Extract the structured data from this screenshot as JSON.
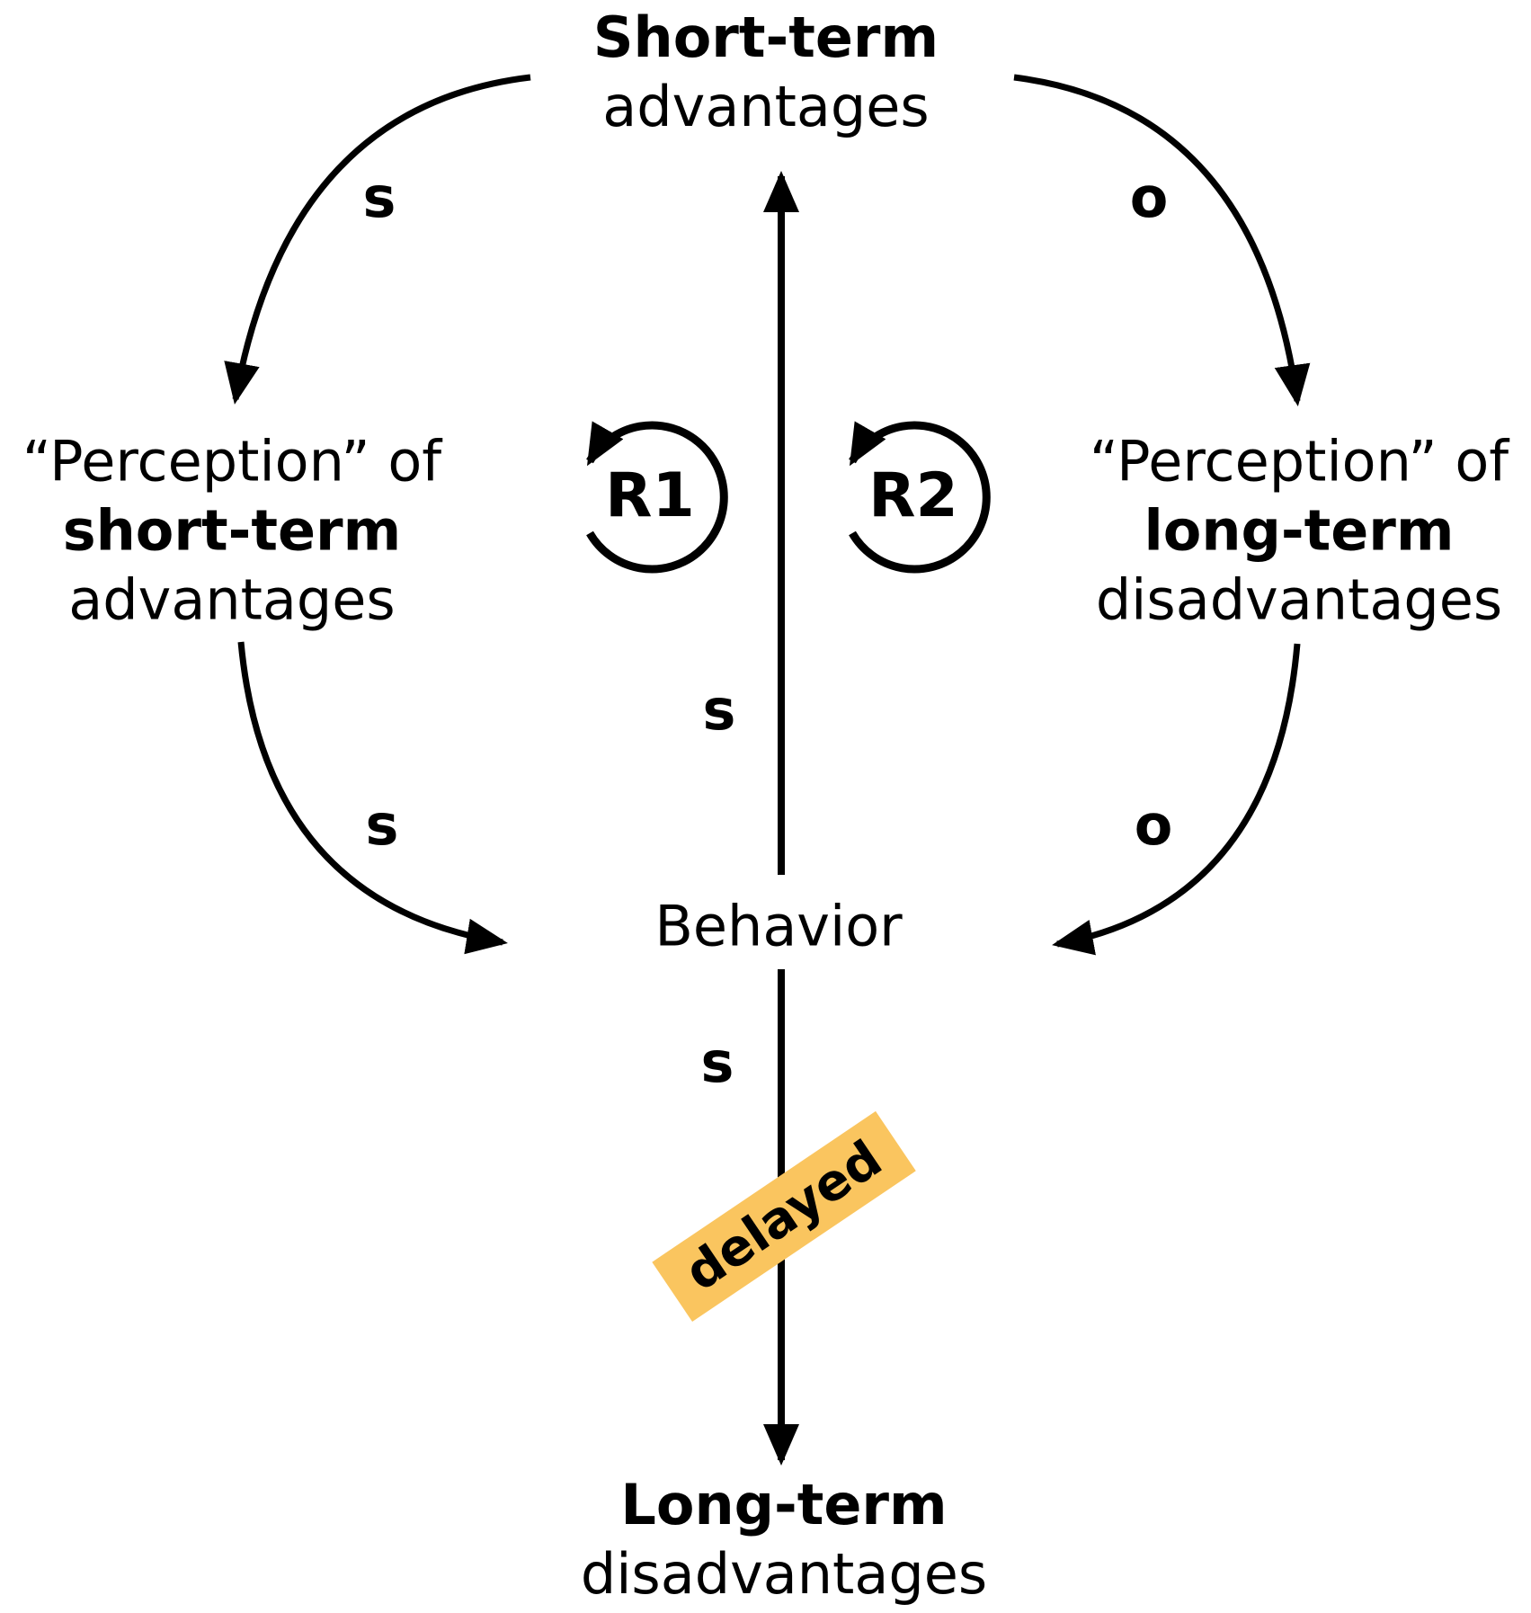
{
  "diagram": {
    "colors": {
      "background": "#ffffff",
      "ink": "#000000",
      "delay_highlight": "#FAC55F"
    },
    "nodes": {
      "short_term": {
        "line1": "Short-term",
        "line2": "advantages"
      },
      "perception_short": {
        "line1": "“Perception” of",
        "line2": "short-term",
        "line3": "advantages"
      },
      "perception_long": {
        "line1": "“Perception” of",
        "line2": "long-term",
        "line3": "disadvantages"
      },
      "behavior": {
        "label": "Behavior"
      },
      "long_term": {
        "line1": "Long-term",
        "line2": "disadvantages"
      }
    },
    "loops": {
      "r1": {
        "label": "R1"
      },
      "r2": {
        "label": "R2"
      }
    },
    "links": {
      "short_to_perception_short": {
        "polarity": "s"
      },
      "short_to_perception_long": {
        "polarity": "o"
      },
      "perception_short_to_behavior": {
        "polarity": "s"
      },
      "perception_long_to_behavior": {
        "polarity": "o"
      },
      "behavior_to_short": {
        "polarity": "s"
      },
      "behavior_to_long": {
        "polarity": "s",
        "delay_label": "delayed"
      }
    }
  }
}
